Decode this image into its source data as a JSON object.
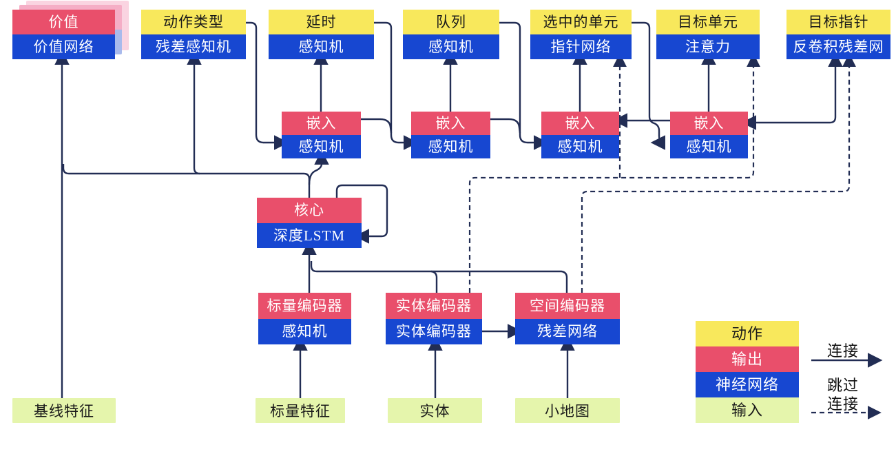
{
  "colors": {
    "action_yellow": "#F8E85C",
    "output_red": "#E94F6B",
    "network_blue": "#1747D1",
    "input_green": "#E5F5AC",
    "wire_navy": "#222D54",
    "value_shadow_pink": "#F5AEC6",
    "value_shadow_blue": "#A9BAEC"
  },
  "nodes": {
    "value": {
      "top": "价值",
      "bottom": "价值网络"
    },
    "action_type": {
      "top": "动作类型",
      "bottom": "残差感知机"
    },
    "delay": {
      "top": "延时",
      "bottom": "感知机"
    },
    "queue": {
      "top": "队列",
      "bottom": "感知机"
    },
    "selected_units": {
      "top": "选中的单元",
      "bottom": "指针网络"
    },
    "target_unit": {
      "top": "目标单元",
      "bottom": "注意力"
    },
    "target_pointer": {
      "top": "目标指针",
      "bottom": "反卷积残差网"
    },
    "embed1": {
      "top": "嵌入",
      "bottom": "感知机"
    },
    "embed2": {
      "top": "嵌入",
      "bottom": "感知机"
    },
    "embed3": {
      "top": "嵌入",
      "bottom": "感知机"
    },
    "embed4": {
      "top": "嵌入",
      "bottom": "感知机"
    },
    "core": {
      "top": "核心",
      "bottom": "深度LSTM"
    },
    "scalar_encoder": {
      "top": "标量编码器",
      "bottom": "感知机"
    },
    "entity_encoder": {
      "top": "实体编码器",
      "bottom": "实体编码器"
    },
    "spatial_encoder": {
      "top": "空间编码器",
      "bottom": "残差网络"
    },
    "baseline_features": {
      "label": "基线特征"
    },
    "scalar_features": {
      "label": "标量特征"
    },
    "entities": {
      "label": "实体"
    },
    "minimap": {
      "label": "小地图"
    }
  },
  "legend": {
    "action": "动作",
    "output": "输出",
    "network": "神经网络",
    "input": "输入",
    "connection": "连接",
    "skip_line1": "跳过",
    "skip_line2": "连接"
  },
  "connections": [
    {
      "from": "基线特征",
      "to": "价值网络",
      "type": "连接"
    },
    {
      "from": "核心",
      "to": "价值网络",
      "type": "连接"
    },
    {
      "from": "核心",
      "to": "残差感知机",
      "type": "连接"
    },
    {
      "from": "核心",
      "to": "嵌入1",
      "type": "连接"
    },
    {
      "from": "核心",
      "to": "核心",
      "type": "循环连接"
    },
    {
      "from": "标量编码器",
      "to": "核心",
      "type": "连接"
    },
    {
      "from": "实体编码器",
      "to": "核心",
      "type": "连接"
    },
    {
      "from": "空间编码器",
      "to": "核心",
      "type": "连接"
    },
    {
      "from": "标量特征",
      "to": "标量编码器",
      "type": "连接"
    },
    {
      "from": "实体",
      "to": "实体编码器",
      "type": "连接"
    },
    {
      "from": "小地图",
      "to": "空间编码器",
      "type": "连接"
    },
    {
      "from": "实体编码器",
      "to": "残差网络",
      "type": "连接"
    },
    {
      "from": "动作类型",
      "to": "嵌入1",
      "type": "连接"
    },
    {
      "from": "嵌入1",
      "to": "延时",
      "type": "连接"
    },
    {
      "from": "嵌入1",
      "to": "嵌入2",
      "type": "连接"
    },
    {
      "from": "延时",
      "to": "嵌入2",
      "type": "连接"
    },
    {
      "from": "嵌入2",
      "to": "队列",
      "type": "连接"
    },
    {
      "from": "嵌入2",
      "to": "嵌入3",
      "type": "连接"
    },
    {
      "from": "队列",
      "to": "嵌入3",
      "type": "连接"
    },
    {
      "from": "嵌入3",
      "to": "选中的单元",
      "type": "连接"
    },
    {
      "from": "嵌入4",
      "to": "嵌入3",
      "type": "连接"
    },
    {
      "from": "选中的单元",
      "to": "嵌入4",
      "type": "连接"
    },
    {
      "from": "嵌入4",
      "to": "目标单元",
      "type": "连接"
    },
    {
      "from": "目标指针",
      "to": "嵌入4",
      "type": "连接"
    },
    {
      "from": "嵌入4",
      "to": "目标指针",
      "type": "连接"
    },
    {
      "from": "实体编码器",
      "to": "指针网络",
      "type": "跳过连接"
    },
    {
      "from": "实体编码器",
      "to": "注意力",
      "type": "跳过连接"
    },
    {
      "from": "空间编码器",
      "to": "反卷积残差网",
      "type": "跳过连接"
    }
  ]
}
